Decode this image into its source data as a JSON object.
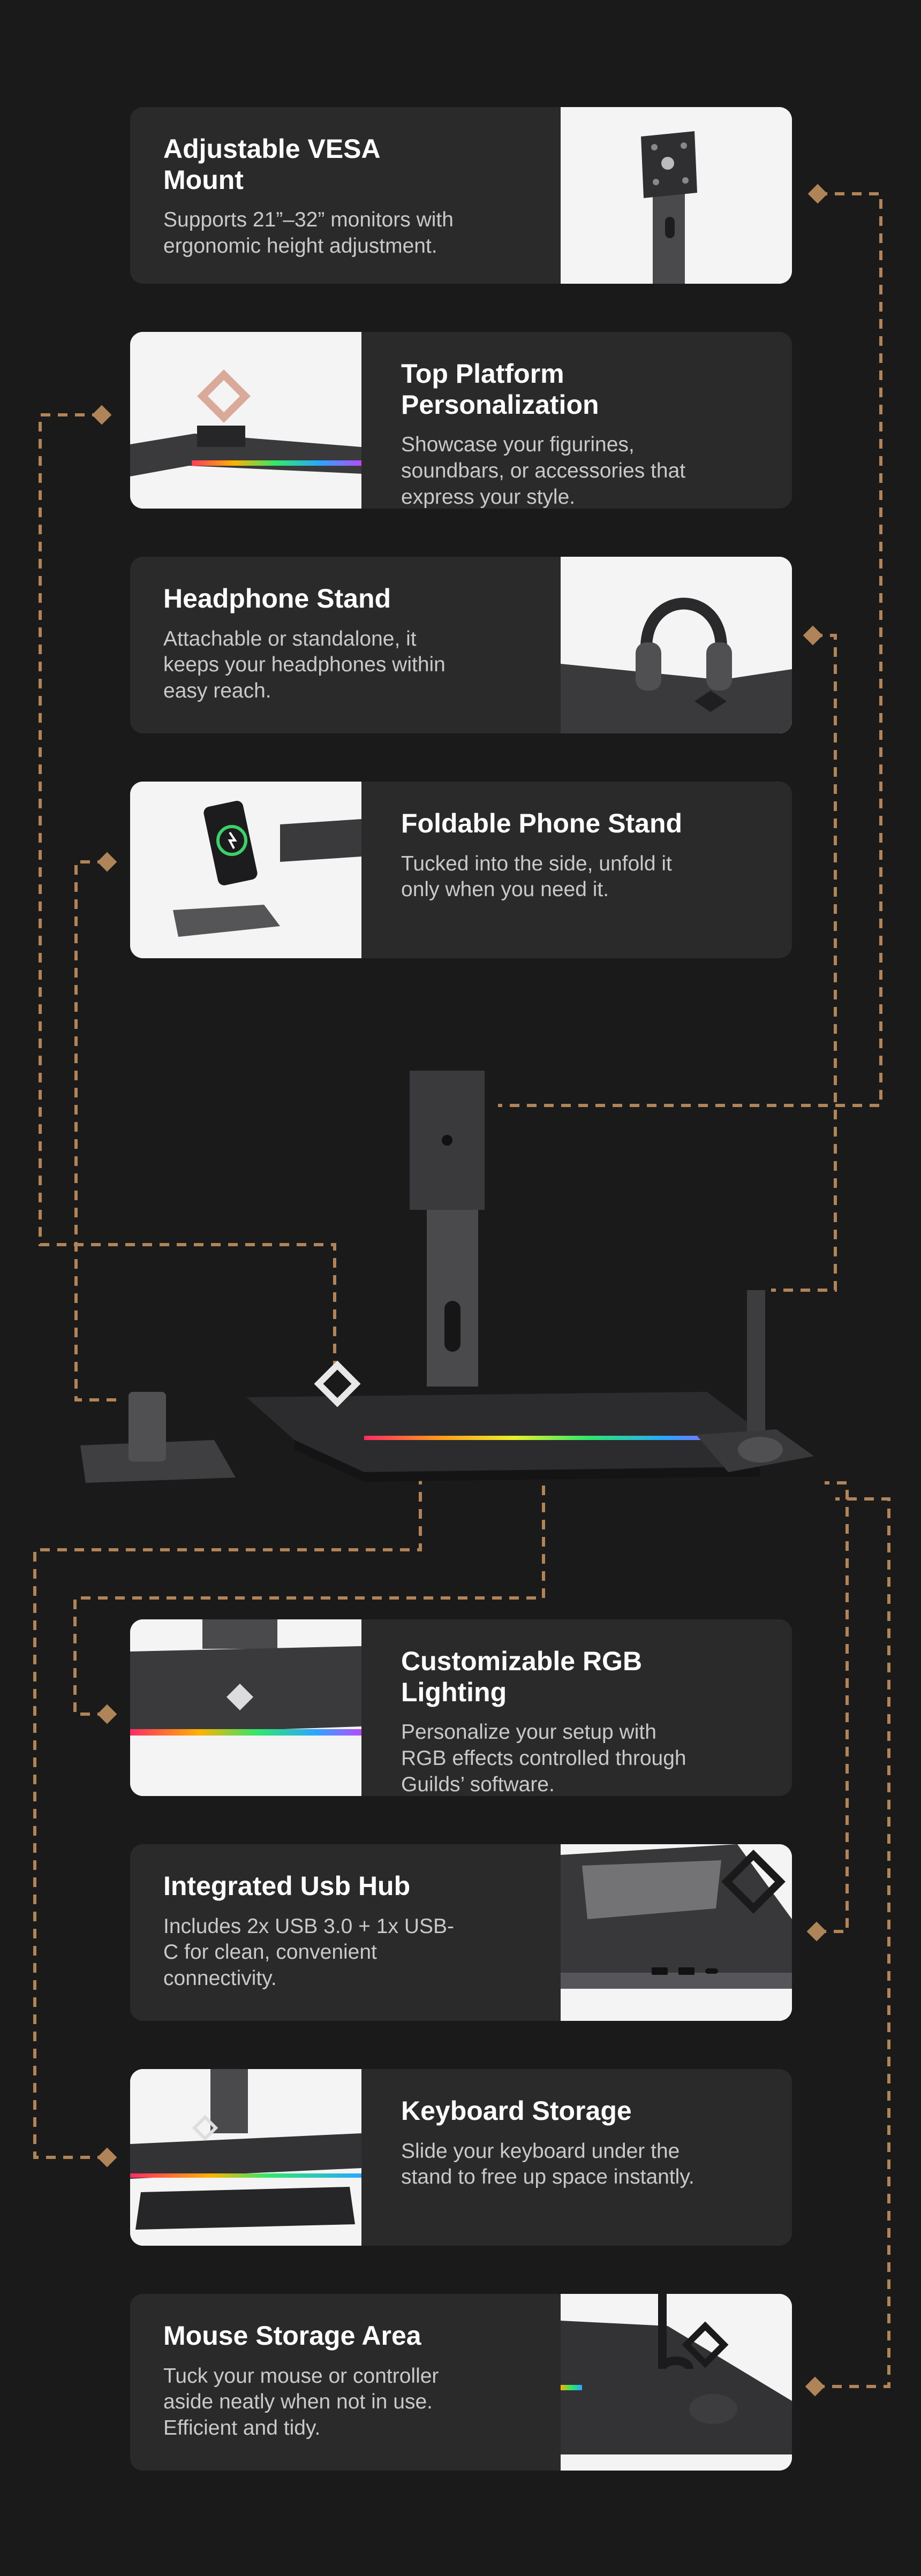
{
  "features": [
    {
      "title": "Adjustable VESA Mount",
      "desc": "Supports 21”–32” monitors with ergonomic height adjustment."
    },
    {
      "title": "Top Platform Personalization",
      "desc": "Showcase your figurines, soundbars, or accessories that express your style."
    },
    {
      "title": "Headphone Stand",
      "desc": "Attachable or standalone, it keeps your headphones within easy reach."
    },
    {
      "title": "Foldable Phone Stand",
      "desc": "Tucked into the side, unfold it only when you need it."
    },
    {
      "title": "Customizable RGB Lighting",
      "desc": "Personalize your setup with RGB effects controlled through Guilds’ software."
    },
    {
      "title": "Integrated Usb Hub",
      "desc": "Includes 2x USB 3.0 + 1x USB-C for clean, convenient connectivity."
    },
    {
      "title": "Keyboard Storage",
      "desc": "Slide your keyboard under the stand to free up space instantly."
    },
    {
      "title": "Mouse Storage Area",
      "desc": "Tuck your mouse or controller aside neatly when not in use. Efficient and tidy."
    }
  ],
  "colors": {
    "background": "#1b1a1a",
    "card": "#2b2a2a",
    "connector": "#b08459",
    "photo_bg": "#f3f3f3"
  }
}
